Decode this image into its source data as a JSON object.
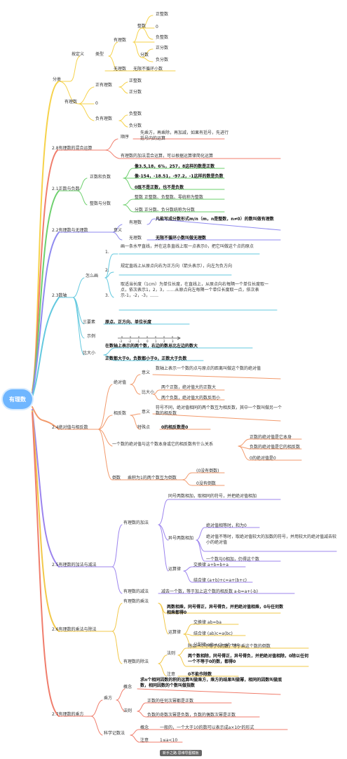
{
  "root": "有理数",
  "s1": {
    "title": "分类",
    "def_label": "按定义",
    "def_type": "类型",
    "rational": "有理数",
    "integer": "整数",
    "pos_int": "正整数",
    "zero": "0",
    "neg_int": "负整数",
    "fraction": "分数",
    "pos_frac": "正分数",
    "neg_frac": "负分数",
    "irrational": "无理数",
    "irrational_desc": "无限不循环小数",
    "rational2": "有理数",
    "pos_rational": "正有理数",
    "pr_int": "正整数",
    "pr_frac": "正分数",
    "zero2": "0",
    "neg_rational": "负有理数",
    "nr_int": "负整数",
    "nr_frac": "负分数"
  },
  "s2": {
    "title": "2.8有理数的混合运算",
    "order_label": "顺序",
    "order_text": "先乘方，再乘除，再加减，如果有括号，先进行括号内的运算",
    "law_text": "有理数的加法混合运算，可以根据运算律简化运算"
  },
  "s3": {
    "title": "2.1正数与负数",
    "pn_label": "正数和负数",
    "pos_eg": "像3.5,18，6%，257，8这样的数是正数",
    "neg_eg": "像-154，-18.51，-97.2，-1这样的数是负数",
    "zero_note": "0既不是正数，也不是负数",
    "int_frac_label": "整数与分数",
    "int_def": "整数   正整数、负整数、零统称为整数",
    "frac_def": "分数   正分数、负分数统称为分数"
  },
  "s4": {
    "title": "2.2有理数与无理数",
    "meaning_label": "意义",
    "rational_label": "有理数",
    "rational_def": "凡能写成分数形式m/n（m，n是整数，n≠0）的数叫做有理数",
    "irrational_label": "无理数",
    "irrational_def": "无限不循环小数叫做无理数"
  },
  "s5": {
    "title": "2.3数轴",
    "draw_label": "怎么画",
    "step1_no": "1.",
    "step1": "画一条水平直线，并在这条直线上取一点表示0，把它叫做这个点的原点",
    "step2_no": "2.",
    "step2": "规定直线上从原点向右为正方向（箭头表示），向左为负方向",
    "step3_no": "3.",
    "step3": "取适当长度（1cm）为单位长度，在直线上，从原点向右每隔一个单位长度取一点，依次表示1，2，3，……从原点向左每隔一个单位长度取一点，依次表示-1，-2，-3，……",
    "three_label": "三要素",
    "three": "原点、正方向、单位长度",
    "example_label": "示例",
    "compare_label": "比大小",
    "compare1": "在数轴上表示的两个数，右边的数总比左边的数大",
    "compare2": "正数都大于0，负数都小于0，正数大于负数",
    "ticks": [
      "-3",
      "-2",
      "-1",
      "0",
      "1",
      "2",
      "3"
    ]
  },
  "s6": {
    "title": "2.4绝对值与相反数",
    "abs_label": "绝对值",
    "abs_meaning": "意义",
    "abs_def": "数轴上表示一个数的点与原点的距离叫做这个数的绝对值",
    "abs_cmp_label": "比大小",
    "abs_cmp1": "两个正数，绝对值大的正数大",
    "abs_cmp2": "两个负数，绝对值大的数反而小",
    "opp_label": "相反数",
    "opp_meaning": "意义",
    "opp_def": "符号不同，绝对值相同的两个数互为相反数，其中一个数叫做另一个数的相反数",
    "opp_special_label": "特殊点",
    "opp_special": "0的相反数是0",
    "abs_rule": "一个数的绝对值与这个数本身或它的相反数有什么关系",
    "rule1": "正数的绝对值是它本身",
    "rule2": "负数的绝对值是它的相反数",
    "rule3": "0的绝对值是0",
    "reciprocal_label": "倒数",
    "reciprocal_def": "乘积为1的两个数互为倒数",
    "recip_note1": "(0没有倒数)",
    "recip_note2": "0没有倒数"
  },
  "s7": {
    "title": "2.5有理数的加法与减法",
    "add_label": "有理数的加法",
    "add_same": "同号两数相加，取相同的符号，并把绝对值相加",
    "add_diff_label": "异号两数相加",
    "diff1": "绝对值相等时，和为0",
    "diff2": "绝对值不等时，取绝对值较大的加数的符号，并用较大的绝对值减去较小的绝对值",
    "add_zero": "一个数与0相加，仍得这个数",
    "law_label": "运算律",
    "comm": "交换律   a+b=b+a",
    "assoc": "结合律   (a+b)+c=a+(b+c)",
    "sub_label": "有理数的减法",
    "sub_rule": "减去一个数，等于加上这个数的相反数   a-b=a+(-b)"
  },
  "s8": {
    "title": "2.6有理数的乘法与除法",
    "mul_label": "有理数的乘法",
    "mul_rule": "两数相乘，同号得正，异号得负，并把绝对值相乘，0与任何数相乘都得0",
    "mlaw_label": "运算律",
    "mcomm": "交换律   ab=ba",
    "massoc": "结合律   (ab)c=a(bc)",
    "mdist": "分配律   a(b+c)=ab+ac",
    "div_label": "有理数的除法",
    "div_rule_label": "法则",
    "div_rule1": "除以一个不等于0的数，等于乘这个数的倒数",
    "div_rule2": "两个数相除，同号得正，异号得负，并把绝对值相除，0除以任何一个不等于0的数，都得0",
    "div_note_label": "注意",
    "div_note": "0不能作除数"
  },
  "s9": {
    "title": "2.7有理数的乘方",
    "pow_label": "乘方",
    "pow_concept_label": "概念",
    "pow_concept": "求n个相同因数的积的运算叫做乘方，乘方的结果叫做幂，相同的因数叫做底数，相同因数的个数叫做指数",
    "pow_rule_label": "法则",
    "pow_rule1": "正数的任何次幂都是正数",
    "pow_rule2": "负数的奇数次幂是负数，负数的偶数次幂是正数",
    "sci_label": "科学记数法",
    "sci_concept_label": "概念",
    "sci_concept": "一般的，一个大于10的数可以表示成a×10ⁿ的形式",
    "sci_note_label": "注意",
    "sci_note": "1≤a<10"
  },
  "watermark": "新手之路·思维导图模板",
  "colors": {
    "yellow": "#f6d24a",
    "red": "#f07d6c",
    "green": "#6dd06d",
    "blue": "#8f8af0",
    "cyan": "#63c9df",
    "orange": "#f29a6c",
    "purple": "#9c84ee",
    "gold": "#f2c84a"
  }
}
